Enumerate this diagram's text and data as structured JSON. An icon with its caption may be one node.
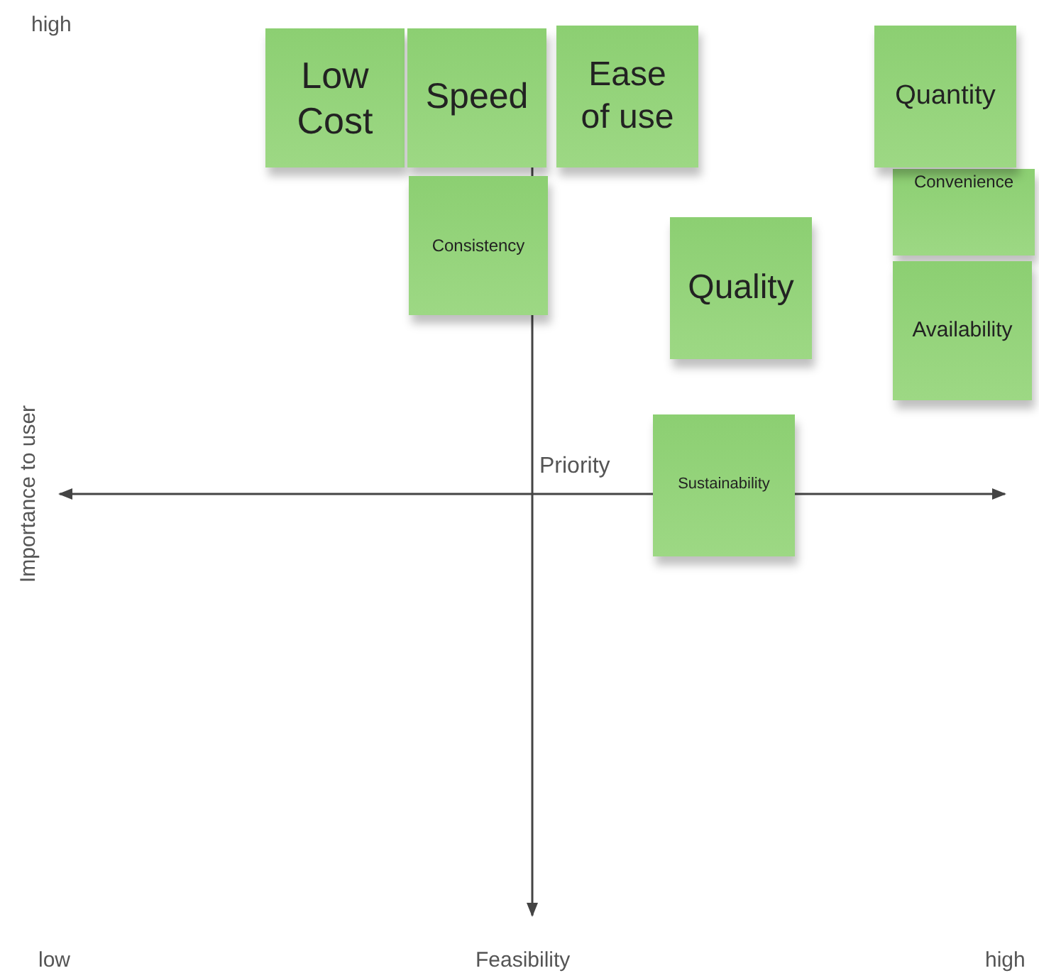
{
  "diagram": {
    "nodes": [
      {
        "text": [
          "Low Cost"
        ]
      },
      {
        "text": [
          "Speed"
        ]
      },
      {
        "text": [
          "Ease of use"
        ]
      },
      {
        "text": [
          "Quantity"
        ]
      },
      {
        "text": [
          "Convenience"
        ]
      },
      {
        "text": [
          "Consistency"
        ]
      },
      {
        "text": [
          "Quality"
        ]
      },
      {
        "text": [
          "Availability"
        ]
      },
      {
        "text": [
          "Sustainability"
        ]
      }
    ],
    "labels": [
      "high",
      "Importance to user",
      "Priority",
      "low",
      "Feasibility",
      "high"
    ]
  }
}
